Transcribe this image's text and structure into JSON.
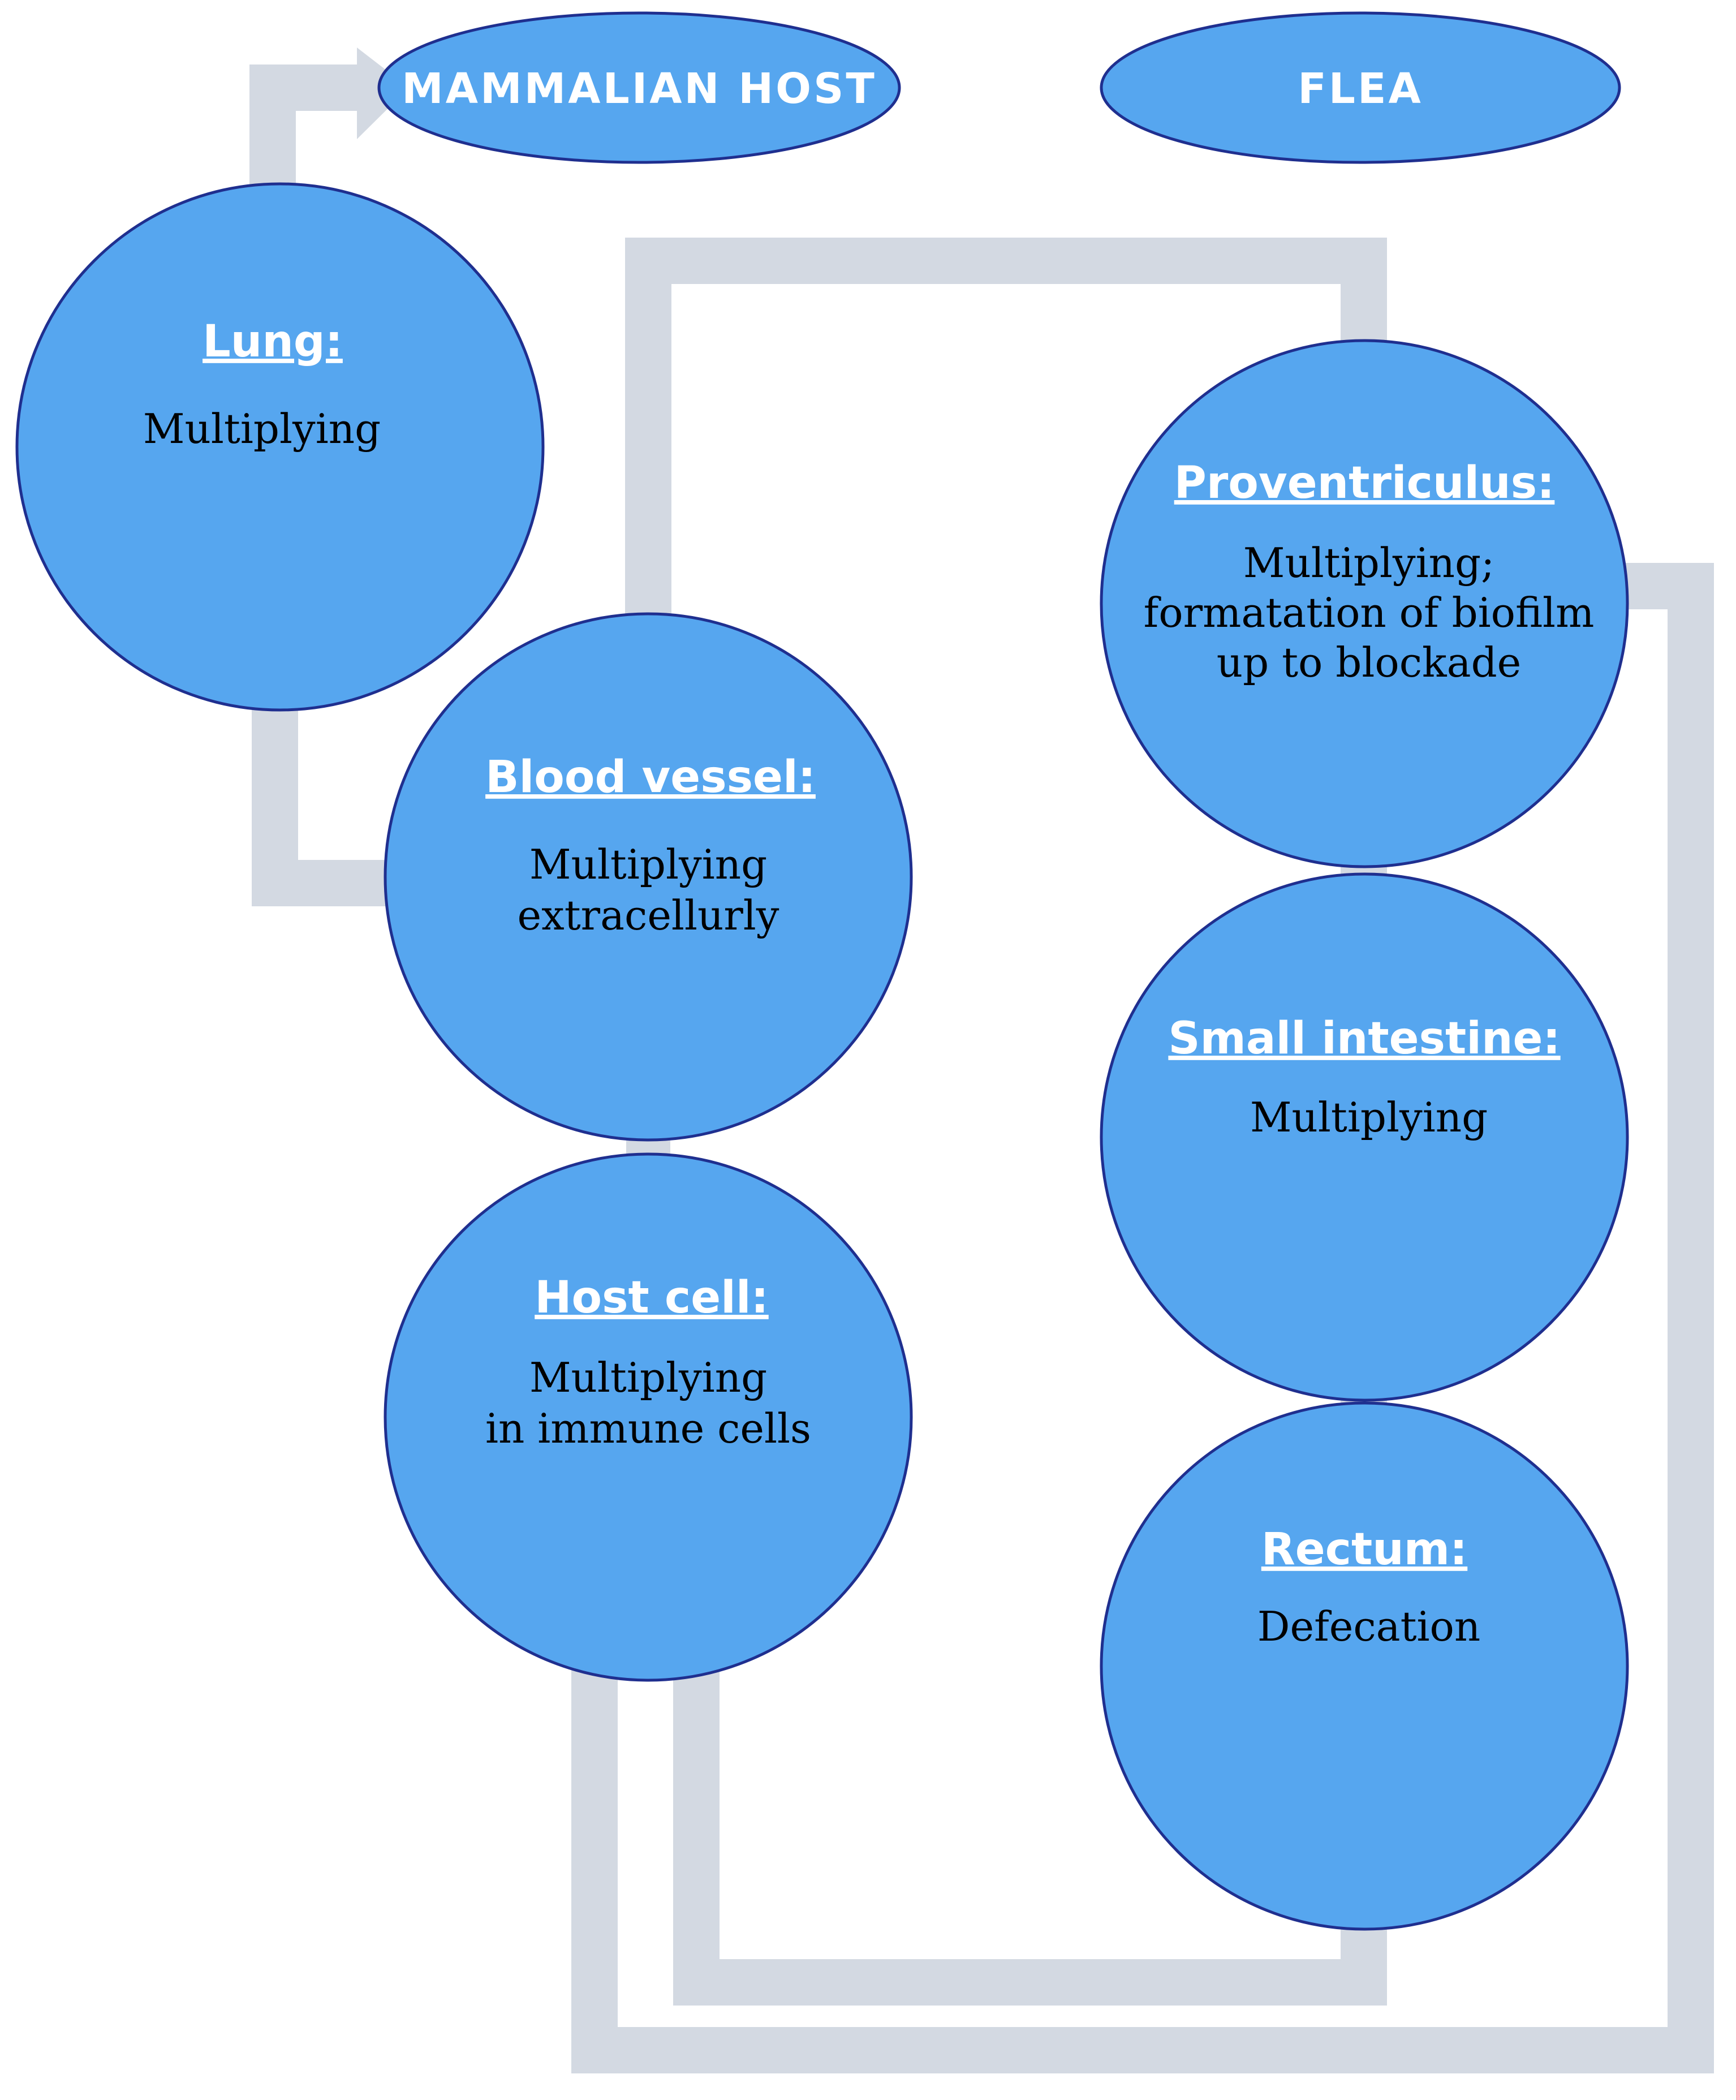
{
  "colors": {
    "node_fill": "#56a6ef",
    "node_stroke": "#1f2f8f",
    "arrow": "#d3d9e2",
    "title_text": "#ffffff",
    "body_text": "#000000"
  },
  "headers": {
    "mammalian_host": "MAMMALIAN HOST",
    "flea": "FLEA"
  },
  "nodes": {
    "lung": {
      "title": "Lung:",
      "lines": [
        "Multiplying"
      ]
    },
    "blood_vessel": {
      "title": "Blood vessel:",
      "lines": [
        "Multiplying",
        "extracellurly"
      ]
    },
    "host_cell": {
      "title": "Host cell:",
      "lines": [
        "Multiplying",
        "in immune cells"
      ]
    },
    "proventriculus": {
      "title": "Proventriculus:",
      "lines": [
        "Multiplying;",
        "formatation of biofilm",
        "up to blockade"
      ]
    },
    "small_intestine": {
      "title": "Small intestine:",
      "lines": [
        "Multiplying"
      ]
    },
    "rectum": {
      "title": "Rectum:",
      "lines": [
        "Defecation"
      ]
    }
  }
}
